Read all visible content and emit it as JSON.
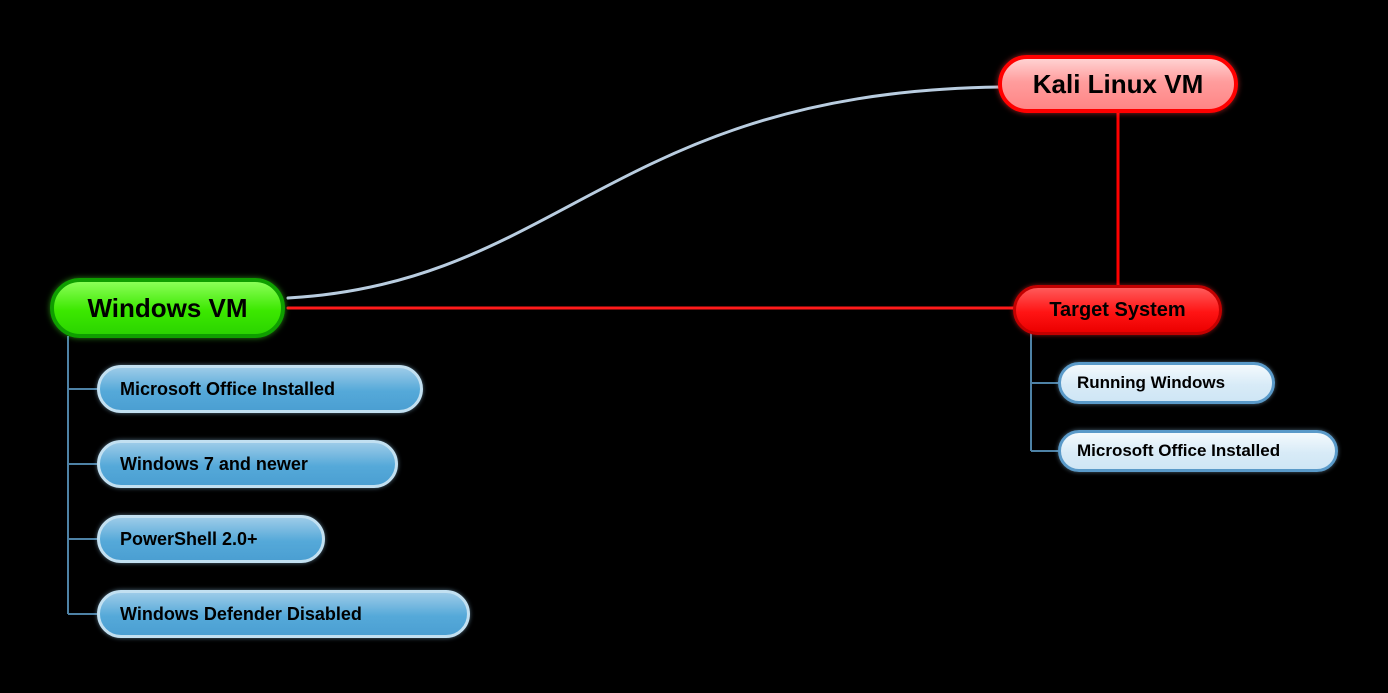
{
  "colors": {
    "background": "#000000",
    "kali_fill": "#ff9d9d",
    "kali_border": "#ff0000",
    "windows_fill": "#3ce800",
    "windows_border": "#0f9e00",
    "target_fill": "#ff1414",
    "target_border": "#c30000",
    "left_child_fill": "#55a9d9",
    "left_child_border": "#c2e0f1",
    "right_child_fill": "#d8ebf7",
    "right_child_border": "#5a9ac9",
    "tree_line": "#4e82a6",
    "attack_line": "#ff0000",
    "curve_line": "#b9cde0"
  },
  "nodes": {
    "kali": {
      "label": "Kali Linux VM"
    },
    "windows": {
      "label": "Windows VM"
    },
    "target": {
      "label": "Target System"
    }
  },
  "windows_children": [
    {
      "label": "Microsoft Office Installed"
    },
    {
      "label": "Windows 7 and newer"
    },
    {
      "label": "PowerShell 2.0+"
    },
    {
      "label": "Windows Defender Disabled"
    }
  ],
  "target_children": [
    {
      "label": "Running Windows"
    },
    {
      "label": "Microsoft Office Installed"
    }
  ]
}
